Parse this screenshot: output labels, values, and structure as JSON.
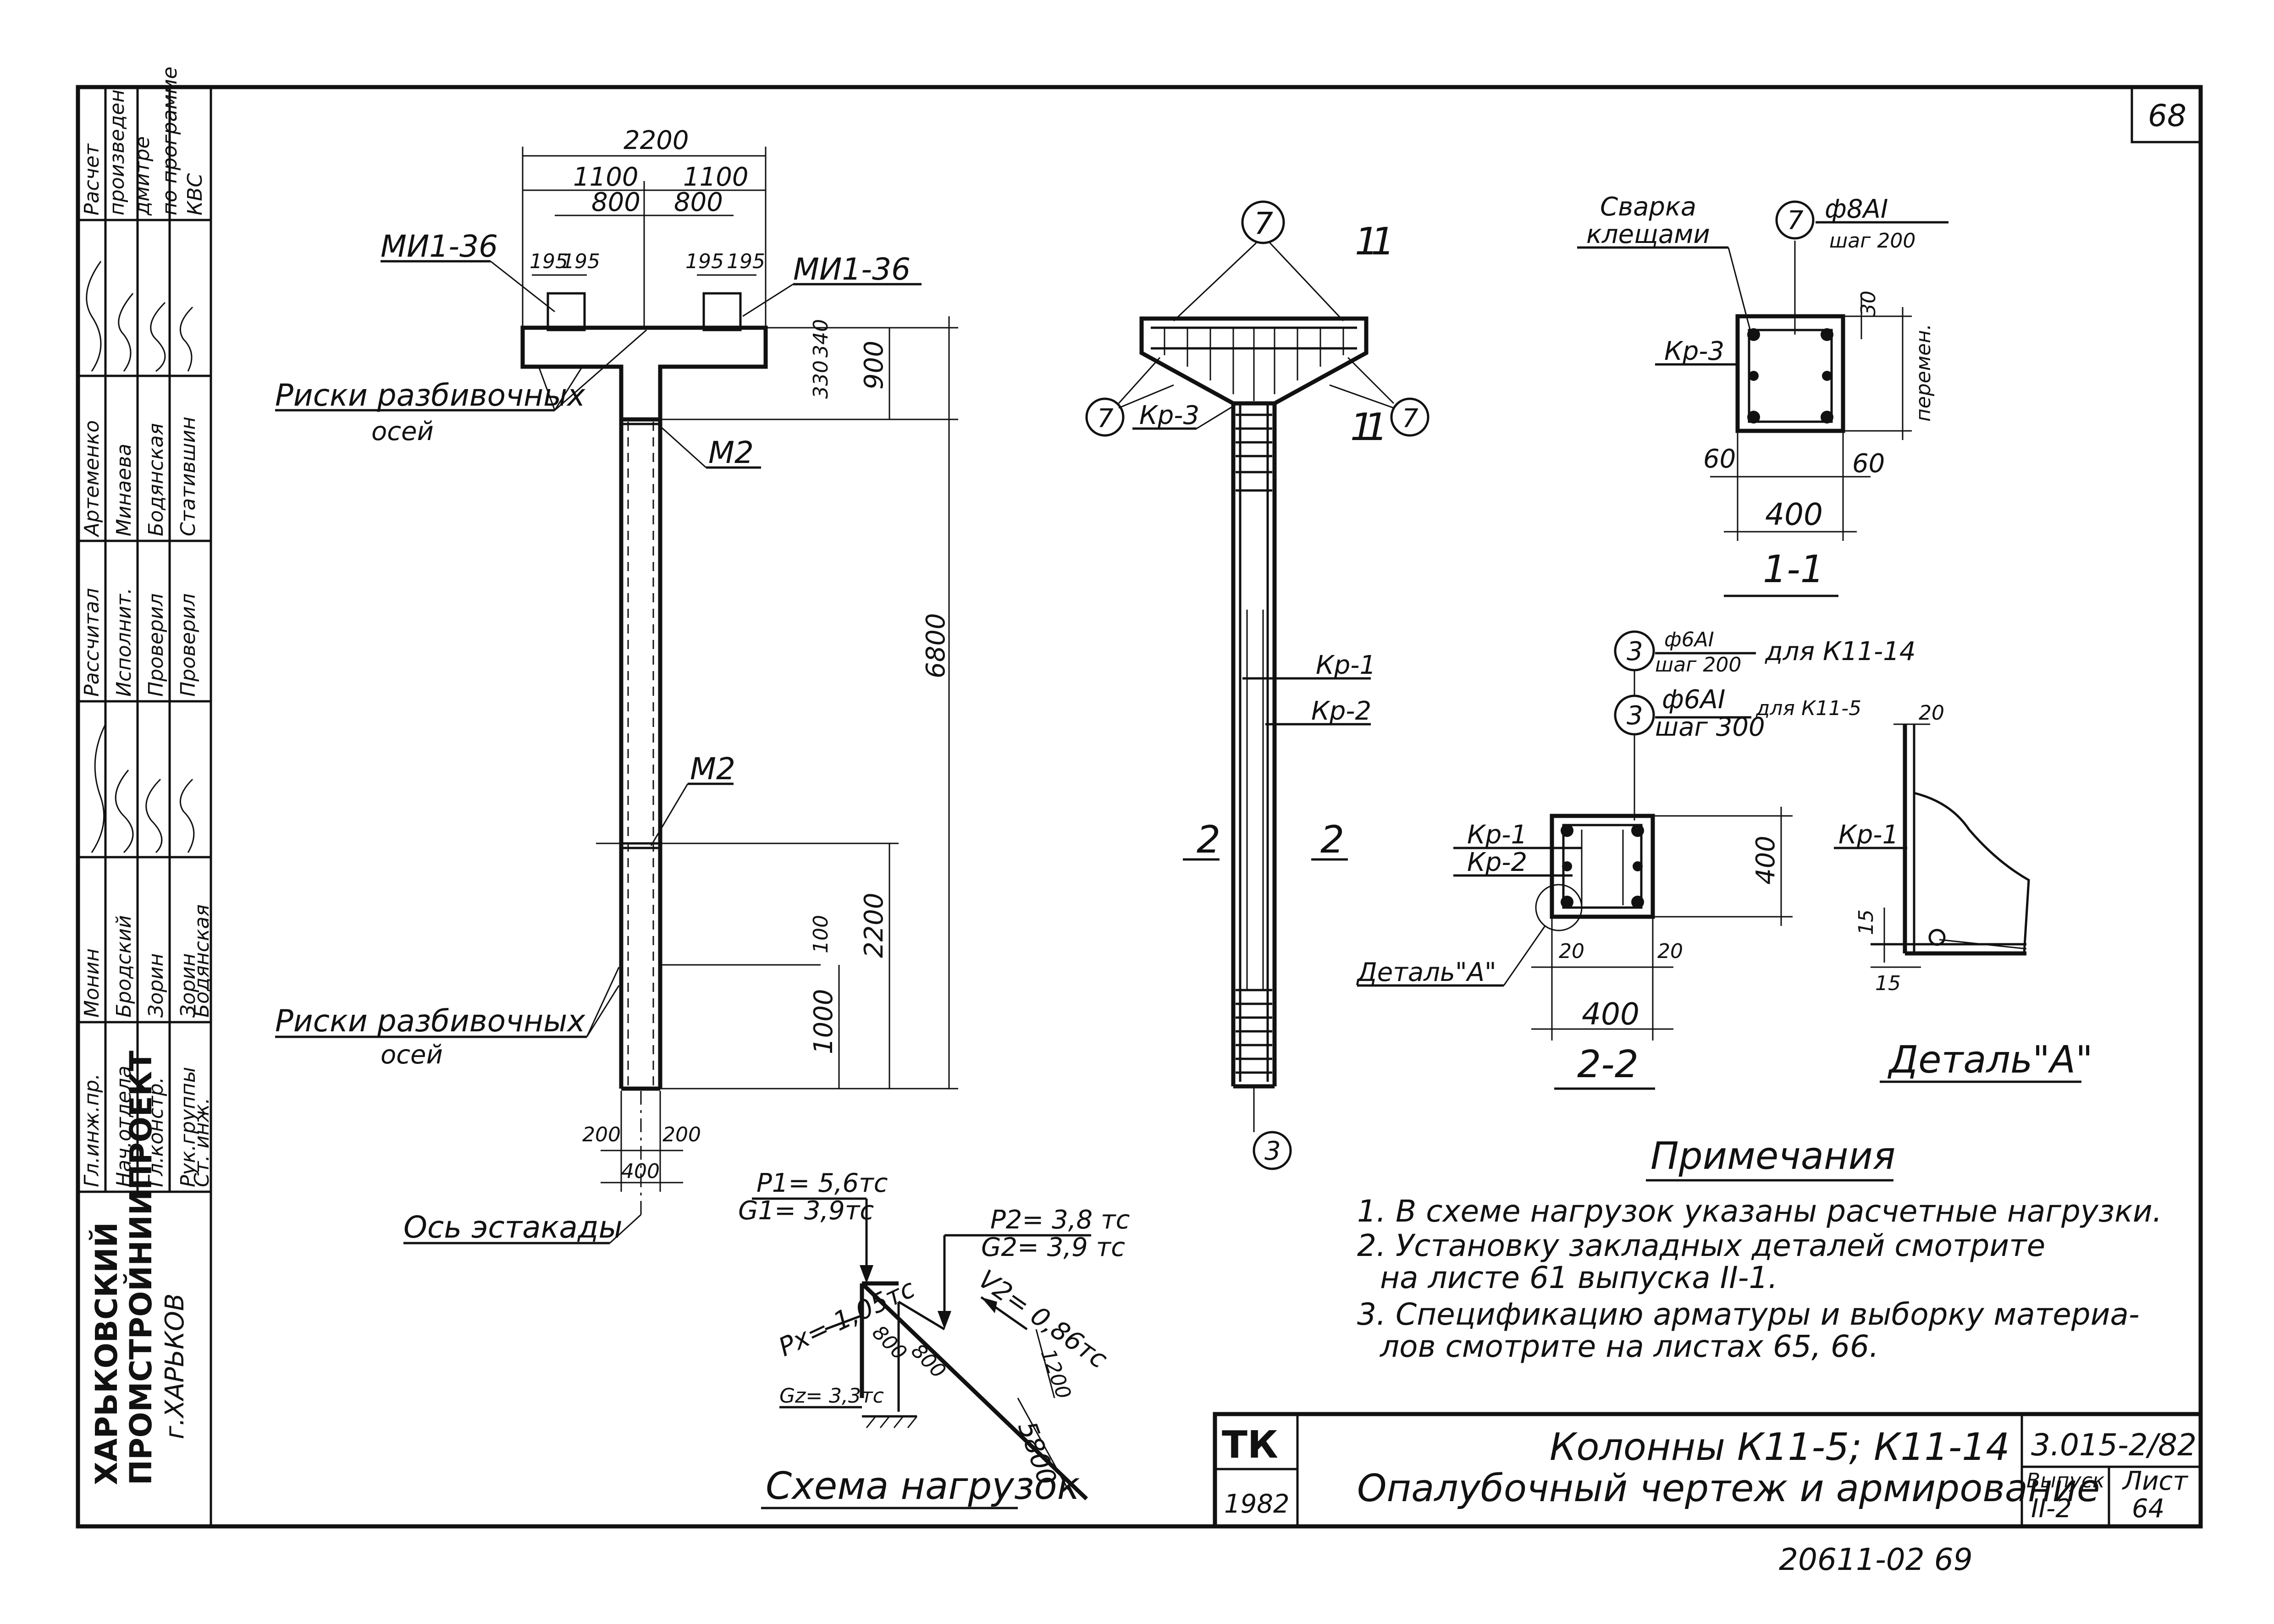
{
  "page_number": "68",
  "left_stamp": {
    "roles": [
      "Гл.инж.пр.",
      "Нач.отдела",
      "Гл.констр.",
      "Рук.группы",
      "Ст. инж.",
      "Рассчитал",
      "Исполнит.",
      "Проверил",
      "Проверил",
      "Расчет",
      "произведен",
      "дмитре",
      "по программе",
      "КВС"
    ],
    "names": [
      "Монин",
      "Бродский",
      "Зорин",
      "Зорин",
      "Бодянская",
      "Артеменко",
      "Минаева",
      "Бодянская",
      "Статившин"
    ],
    "org_line1": "ХАРЬКОВСКИЙ",
    "org_line2": "ПРОМСТРОЙНИИПРОЕКТ",
    "org_line3": "г.ХАРЬКОВ"
  },
  "elevation": {
    "dim_total_top": "2200",
    "dim_half_left": "1100",
    "dim_half_right": "1100",
    "dim_800_left": "800",
    "dim_800_right": "800",
    "dim_195_a": "195",
    "dim_195_b": "195",
    "dim_195_c": "195",
    "dim_195_d": "195",
    "embed_left": "МИ1-36",
    "embed_right": "МИ1-36",
    "marks_label_top_1": "Риски разбивочных",
    "marks_label_top_2": "осей",
    "m2_upper": "М2",
    "m2_lower": "М2",
    "dim_330": "330",
    "dim_340": "340",
    "dim_900": "900",
    "dim_6800": "6800",
    "dim_2200": "2200",
    "dim_100": "100",
    "dim_1000": "1000",
    "marks_label_bottom_1": "Риски разбивочных",
    "marks_label_bottom_2": "осей",
    "dim_200_left": "200",
    "dim_200_right": "200",
    "dim_400": "400",
    "axis_label": "Ось эстакады"
  },
  "reinforcement": {
    "section_mark_top_1": "1",
    "section_mark_top_2": "1",
    "section_mark_bottom_1": "1",
    "section_mark_bottom_2": "1",
    "pos7": "7",
    "kp3": "Кр-3",
    "kp1": "Кр-1",
    "kp2": "Кр-2",
    "cut2_left": "2",
    "cut2_right": "2",
    "pos3": "3"
  },
  "section_1_1": {
    "weld_1": "Сварка",
    "weld_2": "клещами",
    "pos": "7",
    "bar_spec": "ф8АI",
    "bar_step": "шаг 200",
    "dim_30": "30",
    "dim_var": "перемен.",
    "kp3": "Кр-3",
    "dim_60_left": "60",
    "dim_60_right": "60",
    "dim_400": "400",
    "title": "1-1"
  },
  "section_2_2": {
    "pos_a": "3",
    "spec_a": "ф6АI",
    "step_a": "шаг 200",
    "for_a": "для К11-14",
    "pos_b": "3",
    "spec_b": "ф6АI",
    "step_b": "шаг 300",
    "for_b": "для К11-5",
    "kp1": "Кр-1",
    "kp2": "Кр-2",
    "dim_400_v": "400",
    "detail_ref": "Деталь\"А\"",
    "dim_20_left": "20",
    "dim_20_right": "20",
    "dim_400_h": "400",
    "title": "2-2"
  },
  "detail_a": {
    "dim_20": "20",
    "kp1": "Кр-1",
    "dim_15_a": "15",
    "dim_15_b": "15",
    "title": "Деталь\"А\""
  },
  "loads": {
    "p1": "P1= 5,6тс",
    "g1": "G1= 3,9тс",
    "p2": "P2= 3,8 тс",
    "g2": "G2= 3,9 тс",
    "v2": "V2= 0,86тс",
    "px": "Px= 1,05тс",
    "gz": "Gz= 3,3тс",
    "dim_800_a": "800",
    "dim_800_b": "800",
    "dim_1200": "1200",
    "dim_5800": "5800",
    "title": "Схема нагрузок"
  },
  "notes": {
    "heading": "Примечания",
    "n1": "1. В схеме нагрузок указаны расчетные нагрузки.",
    "n2a": "2. Установку закладных деталей смотрите",
    "n2b": "на листе 61 выпуска II-1.",
    "n3a": "3. Спецификацию арматуры и выборку материа-",
    "n3b": "лов смотрите на листах 65, 66."
  },
  "title_block": {
    "tk": "ТК",
    "year": "1982",
    "title_1": "Колонны К11-5; К11-14",
    "title_2": "Опалубочный чертеж и армирование",
    "code": "3.015-2/82",
    "issue_label": "Выпуск",
    "issue_value": "II-2",
    "sheet_label": "Лист",
    "sheet_value": "64"
  },
  "archive_number": "20611-02   69"
}
